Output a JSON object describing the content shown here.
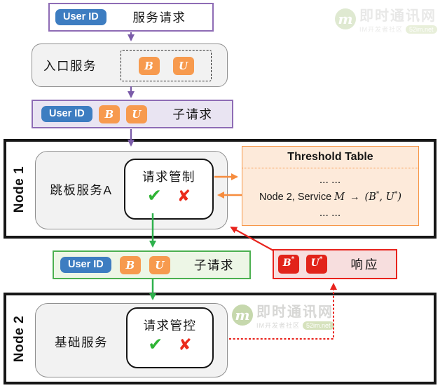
{
  "colors": {
    "purple": "#8e6cb5",
    "purple_fill": "#e9e4f2",
    "blue_badge": "#3d7dc1",
    "orange_badge": "#f79a4e",
    "orange_border": "#f79646",
    "orange_fill": "#fdeada",
    "green_border": "#4cb050",
    "green_fill": "#edf6e6",
    "check_green": "#2fb435",
    "red": "#e8231d",
    "red_fill": "#f7dede",
    "gray_fill": "#f2f2f2",
    "node_border": "#161616"
  },
  "service_request": {
    "user_id": "User ID",
    "label": "服务请求"
  },
  "entry_service": {
    "label": "入口服务",
    "badge_b": "B",
    "badge_u": "U"
  },
  "sub_request": {
    "user_id": "User ID",
    "badge_b": "B",
    "badge_u": "U",
    "label": "子请求"
  },
  "node1": {
    "name": "Node 1",
    "service_label": "跳板服务A",
    "control": {
      "label": "请求管制",
      "allow_icon": "✔",
      "deny_icon": "✘"
    }
  },
  "threshold_table": {
    "title": "Threshold Table",
    "ellipsis_top": "... ...",
    "rule": {
      "prefix": "Node 2, Service",
      "service_var": "M",
      "arrow": "→",
      "open_paren": "(",
      "b_var": "B",
      "star": "*",
      "separator": ", ",
      "u_var": "U",
      "close_paren": ")"
    },
    "ellipsis_bottom": "... ..."
  },
  "sub_request_green": {
    "user_id": "User ID",
    "badge_b": "B",
    "badge_u": "U",
    "label": "子请求"
  },
  "response": {
    "badge_b": "B",
    "badge_u": "U",
    "star": "*",
    "label": "响应"
  },
  "node2": {
    "name": "Node 2",
    "service_label": "基础服务",
    "control": {
      "label": "请求管控",
      "allow_icon": "✔",
      "deny_icon": "✘"
    }
  },
  "watermark": {
    "logo": "m",
    "title": "即时通讯网",
    "subtitle": "IM开发者社区",
    "badge": "52im.net"
  }
}
